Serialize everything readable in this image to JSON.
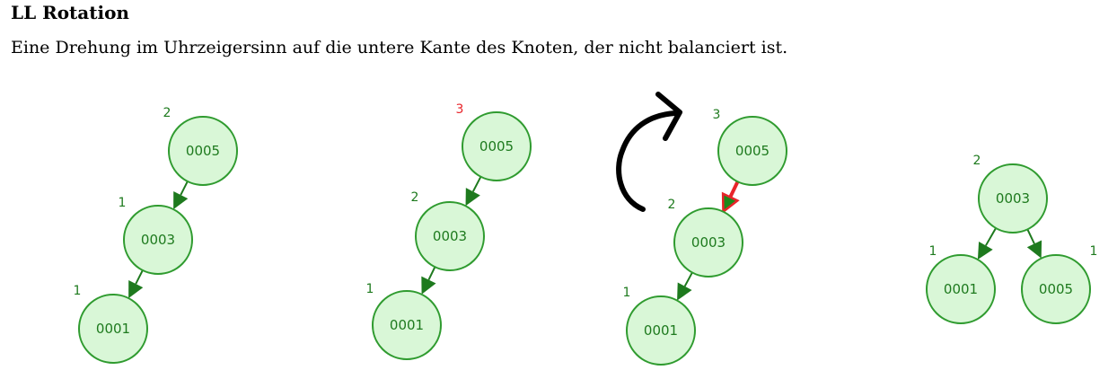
{
  "heading": "LL Rotation",
  "description": "Eine Drehung im Uhrzeigersinn auf die untere Kante des Knoten, der nicht balanciert ist.",
  "colors": {
    "node_fill": "#d9f7d7",
    "node_stroke": "#2f9b2f",
    "text": "#1e7a1e",
    "edge": "#1e7a1e",
    "height_normal": "#1e7a1e",
    "height_unbalanced": "#e8242a",
    "edge_highlight": "#e8242a",
    "rotation_arrow": "#000000"
  },
  "trees": [
    {
      "nodes": [
        {
          "id": "a",
          "label": "0005",
          "height": "2"
        },
        {
          "id": "b",
          "label": "0003",
          "height": "1"
        },
        {
          "id": "c",
          "label": "0001",
          "height": "1"
        }
      ],
      "edges": [
        {
          "from": "a",
          "to": "b"
        },
        {
          "from": "b",
          "to": "c"
        }
      ]
    },
    {
      "nodes": [
        {
          "id": "a",
          "label": "0005",
          "height": "3",
          "unbalanced": true
        },
        {
          "id": "b",
          "label": "0003",
          "height": "2"
        },
        {
          "id": "c",
          "label": "0001",
          "height": "1"
        }
      ],
      "edges": [
        {
          "from": "a",
          "to": "b"
        },
        {
          "from": "b",
          "to": "c"
        }
      ]
    },
    {
      "rotation_arrow": true,
      "nodes": [
        {
          "id": "a",
          "label": "0005",
          "height": "3"
        },
        {
          "id": "b",
          "label": "0003",
          "height": "2"
        },
        {
          "id": "c",
          "label": "0001",
          "height": "1"
        }
      ],
      "edges": [
        {
          "from": "a",
          "to": "b",
          "highlight": true
        },
        {
          "from": "b",
          "to": "c"
        }
      ]
    },
    {
      "nodes": [
        {
          "id": "a",
          "label": "0003",
          "height": "2"
        },
        {
          "id": "b",
          "label": "0001",
          "height": "1"
        },
        {
          "id": "c",
          "label": "0005",
          "height": "1"
        }
      ],
      "edges": [
        {
          "from": "a",
          "to": "b"
        },
        {
          "from": "a",
          "to": "c"
        }
      ]
    }
  ]
}
